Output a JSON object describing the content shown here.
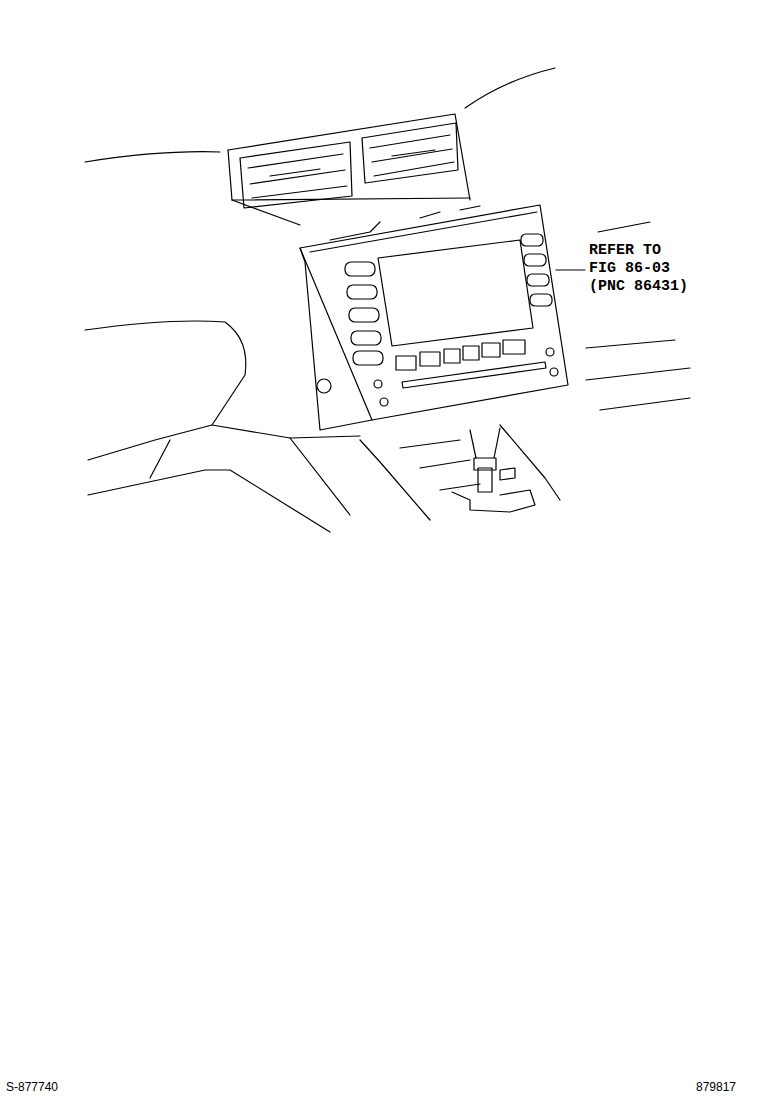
{
  "diagram": {
    "labels": [
      "REFER TO FIG 86-03 (PNC 86431)",
      "S-877740",
      "879817"
    ]
  }
}
